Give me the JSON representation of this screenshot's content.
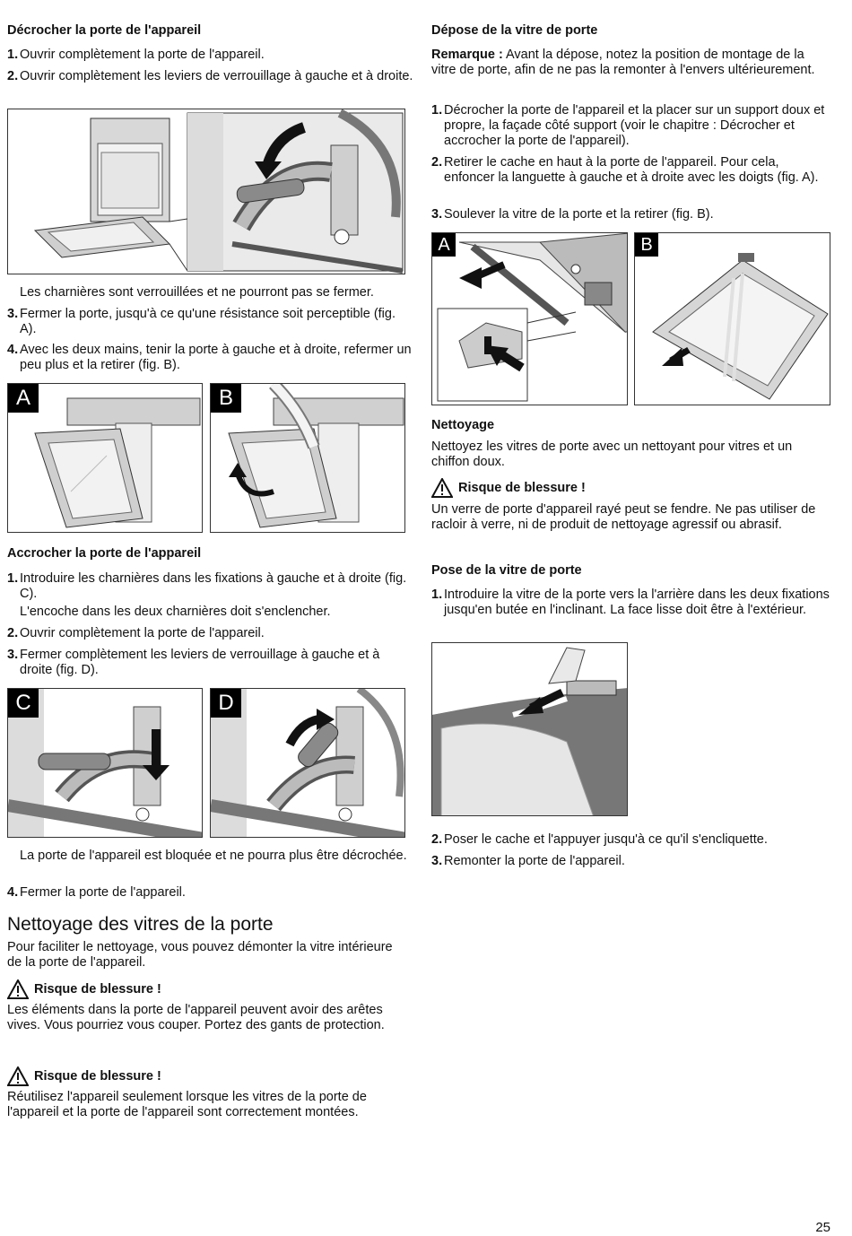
{
  "left": {
    "s1_title": "Décrocher la porte de l'appareil",
    "s1_steps": [
      {
        "num": "1.",
        "text": "Ouvrir complètement la porte de l'appareil."
      },
      {
        "num": "2.",
        "text": "Ouvrir complètement les leviers de verrouillage à gauche et à droite."
      }
    ],
    "s1_result": "Les charnières sont verrouillées et ne pourront pas se fermer.",
    "s1_steps_b": [
      {
        "num": "3.",
        "text": "Fermer la porte, jusqu'à ce qu'une résistance soit perceptible (fig. A)."
      },
      {
        "num": "4.",
        "text": "Avec les deux mains, tenir la porte à gauche et à droite, refermer un peu plus et la retirer (fig. B)."
      }
    ],
    "figAB_letters": [
      "A",
      "B"
    ],
    "s2_title": "Accrocher la porte de l'appareil",
    "s2_step1": {
      "num": "1.",
      "text": "Introduire les charnières dans les fixations à gauche et à droite (fig. C)."
    },
    "s2_step1_note": "L'encoche dans les deux charnières doit s'enclencher.",
    "s2_steps": [
      {
        "num": "2.",
        "text": "Ouvrir complètement la porte de l'appareil."
      },
      {
        "num": "3.",
        "text": "Fermer complètement les leviers de verrouillage à gauche et à droite (fig. D)."
      }
    ],
    "figCD_letters": [
      "C",
      "D"
    ],
    "s2_result": "La porte de l'appareil est bloquée et ne pourra plus être décrochée.",
    "s2_step4": {
      "num": "4.",
      "text": "Fermer la porte de l'appareil."
    },
    "s3_title": "Nettoyage des vitres de la porte",
    "s3_intro": "Pour faciliter le nettoyage, vous pouvez démonter la vitre intérieure de la porte de l'appareil.",
    "warn1_title": "Risque de blessure !",
    "warn1_text": "Les éléments dans la porte de l'appareil peuvent avoir des arêtes vives. Vous pourriez vous couper. Portez des gants de protection.",
    "warn2_title": "Risque de blessure !",
    "warn2_text": "Réutilisez l'appareil seulement lorsque les vitres de la porte de l'appareil et la porte de l'appareil sont correctement montées."
  },
  "right": {
    "r1_title": "Dépose de la vitre de porte",
    "r1_note_label": "Remarque :",
    "r1_note_text": " Avant la dépose, notez la position de montage de la vitre de porte, afin de ne pas la remonter à l'envers ultérieurement.",
    "r1_steps": [
      {
        "num": "1.",
        "text": "Décrocher la porte de l'appareil et la placer sur un support doux et propre, la façade côté support (voir le chapitre : Décrocher et accrocher la porte de l'appareil)."
      },
      {
        "num": "2.",
        "text": "Retirer le cache en haut à la porte de l'appareil. Pour cela, enfoncer la languette à gauche et à droite avec les doigts (fig. A)."
      },
      {
        "num": "3.",
        "text": "Soulever la vitre de la porte et la retirer (fig. B)."
      }
    ],
    "figAB_letters": [
      "A",
      "B"
    ],
    "r2_title": "Nettoyage",
    "r2_text": "Nettoyez les vitres de porte avec un nettoyant pour vitres et un chiffon doux.",
    "warn_title": "Risque de blessure !",
    "warn_text": "Un verre de porte d'appareil rayé peut se fendre. Ne pas utiliser de racloir à verre, ni de produit de nettoyage agressif ou abrasif.",
    "r3_title": "Pose de la vitre de porte",
    "r3_step1": {
      "num": "1.",
      "text": "Introduire la vitre de la porte vers la l'arrière dans les deux fixations jusqu'en butée en l'inclinant. La face lisse doit être à l'extérieur."
    },
    "r3_steps": [
      {
        "num": "2.",
        "text": "Poser le cache et l'appuyer jusqu'à ce qu'il s'encliquette."
      },
      {
        "num": "3.",
        "text": "Remonter la porte de l'appareil."
      }
    ]
  },
  "page_number": "25",
  "icons": {
    "warning": "warning-triangle-icon",
    "arrow": "arrow-icon"
  }
}
